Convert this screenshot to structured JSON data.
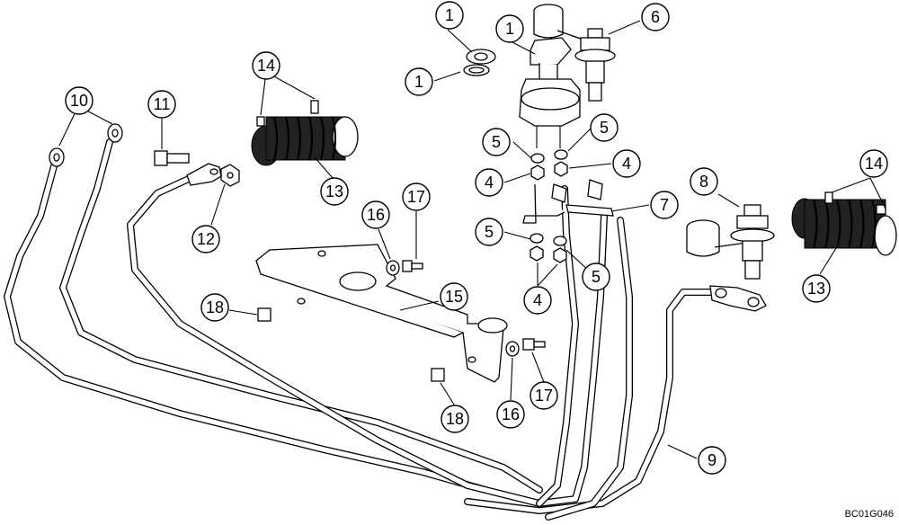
{
  "callouts": [
    {
      "id": "c1a",
      "label": "1"
    },
    {
      "id": "c1b",
      "label": "1"
    },
    {
      "id": "c1c",
      "label": "1"
    },
    {
      "id": "c6",
      "label": "6"
    },
    {
      "id": "c5a",
      "label": "5"
    },
    {
      "id": "c5b",
      "label": "5"
    },
    {
      "id": "c4a",
      "label": "4"
    },
    {
      "id": "c4b",
      "label": "4"
    },
    {
      "id": "c7",
      "label": "7"
    },
    {
      "id": "c5c",
      "label": "5"
    },
    {
      "id": "c5d",
      "label": "5"
    },
    {
      "id": "c4c",
      "label": "4"
    },
    {
      "id": "c8",
      "label": "8"
    },
    {
      "id": "c14a",
      "label": "14"
    },
    {
      "id": "c14b",
      "label": "14"
    },
    {
      "id": "c13a",
      "label": "13"
    },
    {
      "id": "c13b",
      "label": "13"
    },
    {
      "id": "c10",
      "label": "10"
    },
    {
      "id": "c11",
      "label": "11"
    },
    {
      "id": "c12",
      "label": "12"
    },
    {
      "id": "c16a",
      "label": "16"
    },
    {
      "id": "c17a",
      "label": "17"
    },
    {
      "id": "c15",
      "label": "15"
    },
    {
      "id": "c18a",
      "label": "18"
    },
    {
      "id": "c16b",
      "label": "16"
    },
    {
      "id": "c17b",
      "label": "17"
    },
    {
      "id": "c18b",
      "label": "18"
    },
    {
      "id": "c9",
      "label": "9"
    }
  ],
  "drawing_code": "BC01G046"
}
